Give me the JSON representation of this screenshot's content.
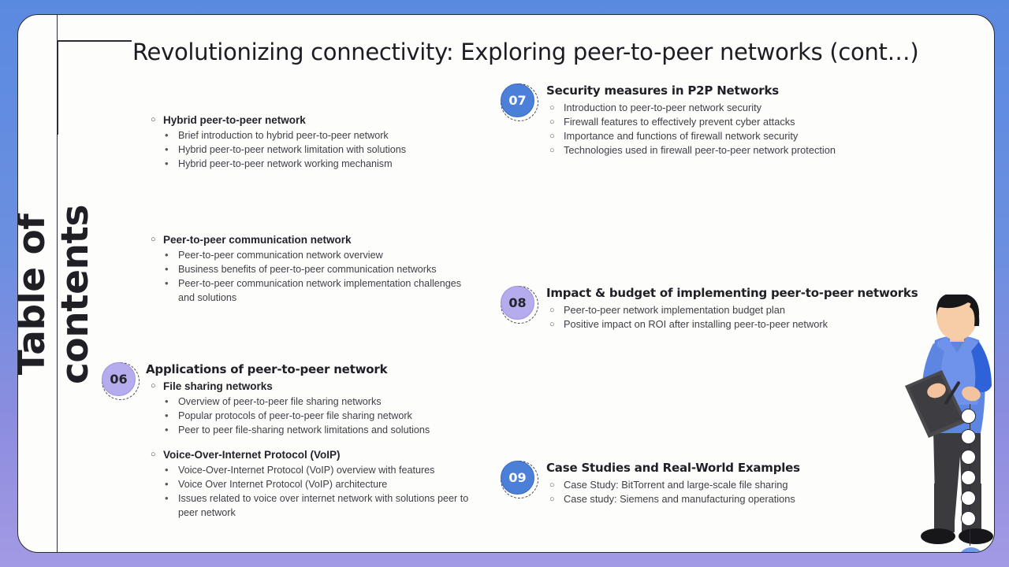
{
  "slide": {
    "title": "Revolutionizing connectivity: Exploring peer-to-peer networks (cont…)",
    "vertical_heading": "Table of contents",
    "accent_blue": "#4c7fd8",
    "accent_purple": "#b4acec",
    "background_gradient_from": "#5a8ae0",
    "background_gradient_to": "#a39ae4"
  },
  "left_column": {
    "groups": [
      {
        "heading": "Hybrid peer-to-peer network",
        "marker": "hollow-circle-bullet",
        "items": [
          "Brief introduction to hybrid peer-to-peer network",
          "Hybrid peer-to-peer network limitation with solutions",
          "Hybrid peer-to-peer network working mechanism"
        ]
      },
      {
        "heading": "Peer-to-peer communication network",
        "marker": "hollow-circle-bullet",
        "items": [
          "Peer-to-peer communication network overview",
          "Business benefits of peer-to-peer communication networks",
          "Peer-to-peer communication network implementation challenges and solutions"
        ]
      }
    ]
  },
  "sections": [
    {
      "number": "06",
      "badge_style": "purple",
      "title": "Applications of peer-to-peer network",
      "groups": [
        {
          "heading": "File sharing networks",
          "items": [
            "Overview  of peer-to-peer  file  sharing  networks",
            "Popular protocols of peer-to-peer  file  sharing network",
            "Peer to peer file-sharing  network limitations and solutions"
          ]
        },
        {
          "heading": "Voice-Over-Internet Protocol (VoIP)",
          "items": [
            "Voice-Over-Internet  Protocol (VoIP) overview  with features",
            "Voice Over Internet Protocol (VoIP) architecture",
            "Issues related to voice over  internet network with solutions peer to peer network"
          ]
        }
      ]
    },
    {
      "number": "07",
      "badge_style": "blue",
      "title": "Security measures in P2P Networks",
      "items": [
        "Introduction to peer-to-peer network security",
        "Firewall features to effectively prevent cyber attacks",
        "Importance and functions of firewall network security",
        "Technologies used in firewall peer-to-peer network protection"
      ]
    },
    {
      "number": "08",
      "badge_style": "purple",
      "title": "Impact & budget of implementing peer-to-peer networks",
      "items": [
        "Peer-to-peer network implementation budget plan",
        "Positive impact on ROI after installing peer-to-peer network"
      ]
    },
    {
      "number": "09",
      "badge_style": "blue",
      "title": "Case Studies and Real-World Examples",
      "items": [
        "Case Study:  BitTorrent and large-scale file  sharing",
        "Case study: Siemens and manufacturing operations"
      ]
    }
  ],
  "markers": {
    "hollow": "○",
    "filled": "•"
  },
  "rail": {
    "dot_count": 6
  }
}
